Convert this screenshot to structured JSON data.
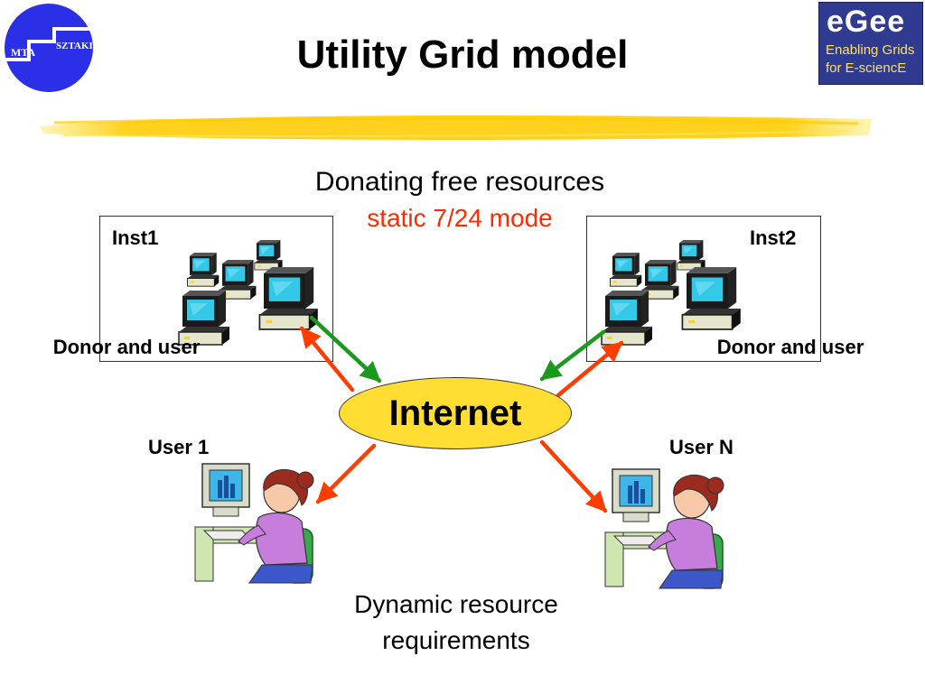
{
  "header": {
    "title": "Utility Grid model",
    "mta_logo": {
      "left": "MTA",
      "right": "SZTAKI"
    },
    "egee_logo": {
      "brand": "eGee",
      "line1": "Enabling Grids",
      "line2": "for E-sciencE"
    }
  },
  "diagram": {
    "donating_label": "Donating free resources",
    "static_label": "static 7/24 mode",
    "inst1": {
      "label": "Inst1",
      "role": "Donor  and user"
    },
    "inst2": {
      "label": "Inst2",
      "role": "Donor  and user"
    },
    "internet": "Internet",
    "user1": "User 1",
    "usern": "User N",
    "dynamic_label": "Dynamic resource requirements"
  },
  "colors": {
    "accent_yellow": "#ffdd33",
    "red_arrow": "#ff3d00",
    "green_arrow": "#1a9a1a",
    "highlight_text": "#ff2a00",
    "logo_blue": "#2b2fe6",
    "egee_blue": "#2f3a91"
  },
  "icons": [
    "computer-icon",
    "user-at-computer-icon",
    "arrow-icon"
  ]
}
